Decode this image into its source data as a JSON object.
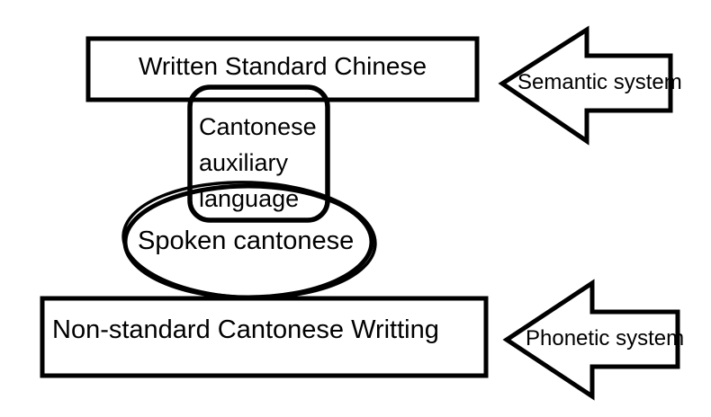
{
  "diagram": {
    "background_color": "#ffffff",
    "stroke_color": "#000000",
    "top_box": {
      "label": "Written Standard Chinese",
      "shape": "rectangle"
    },
    "aux_box": {
      "lines": [
        "Cantonese",
        "auxiliary",
        "language"
      ],
      "shape": "rounded-rectangle"
    },
    "ellipse": {
      "label": "Spoken cantonese",
      "shape": "ellipse"
    },
    "bottom_box": {
      "label": "Non-standard Cantonese Writting",
      "shape": "rectangle"
    },
    "arrows": {
      "semantic": {
        "label": "Semantic system",
        "direction": "left"
      },
      "phonetic": {
        "label": "Phonetic system",
        "direction": "left"
      }
    }
  }
}
